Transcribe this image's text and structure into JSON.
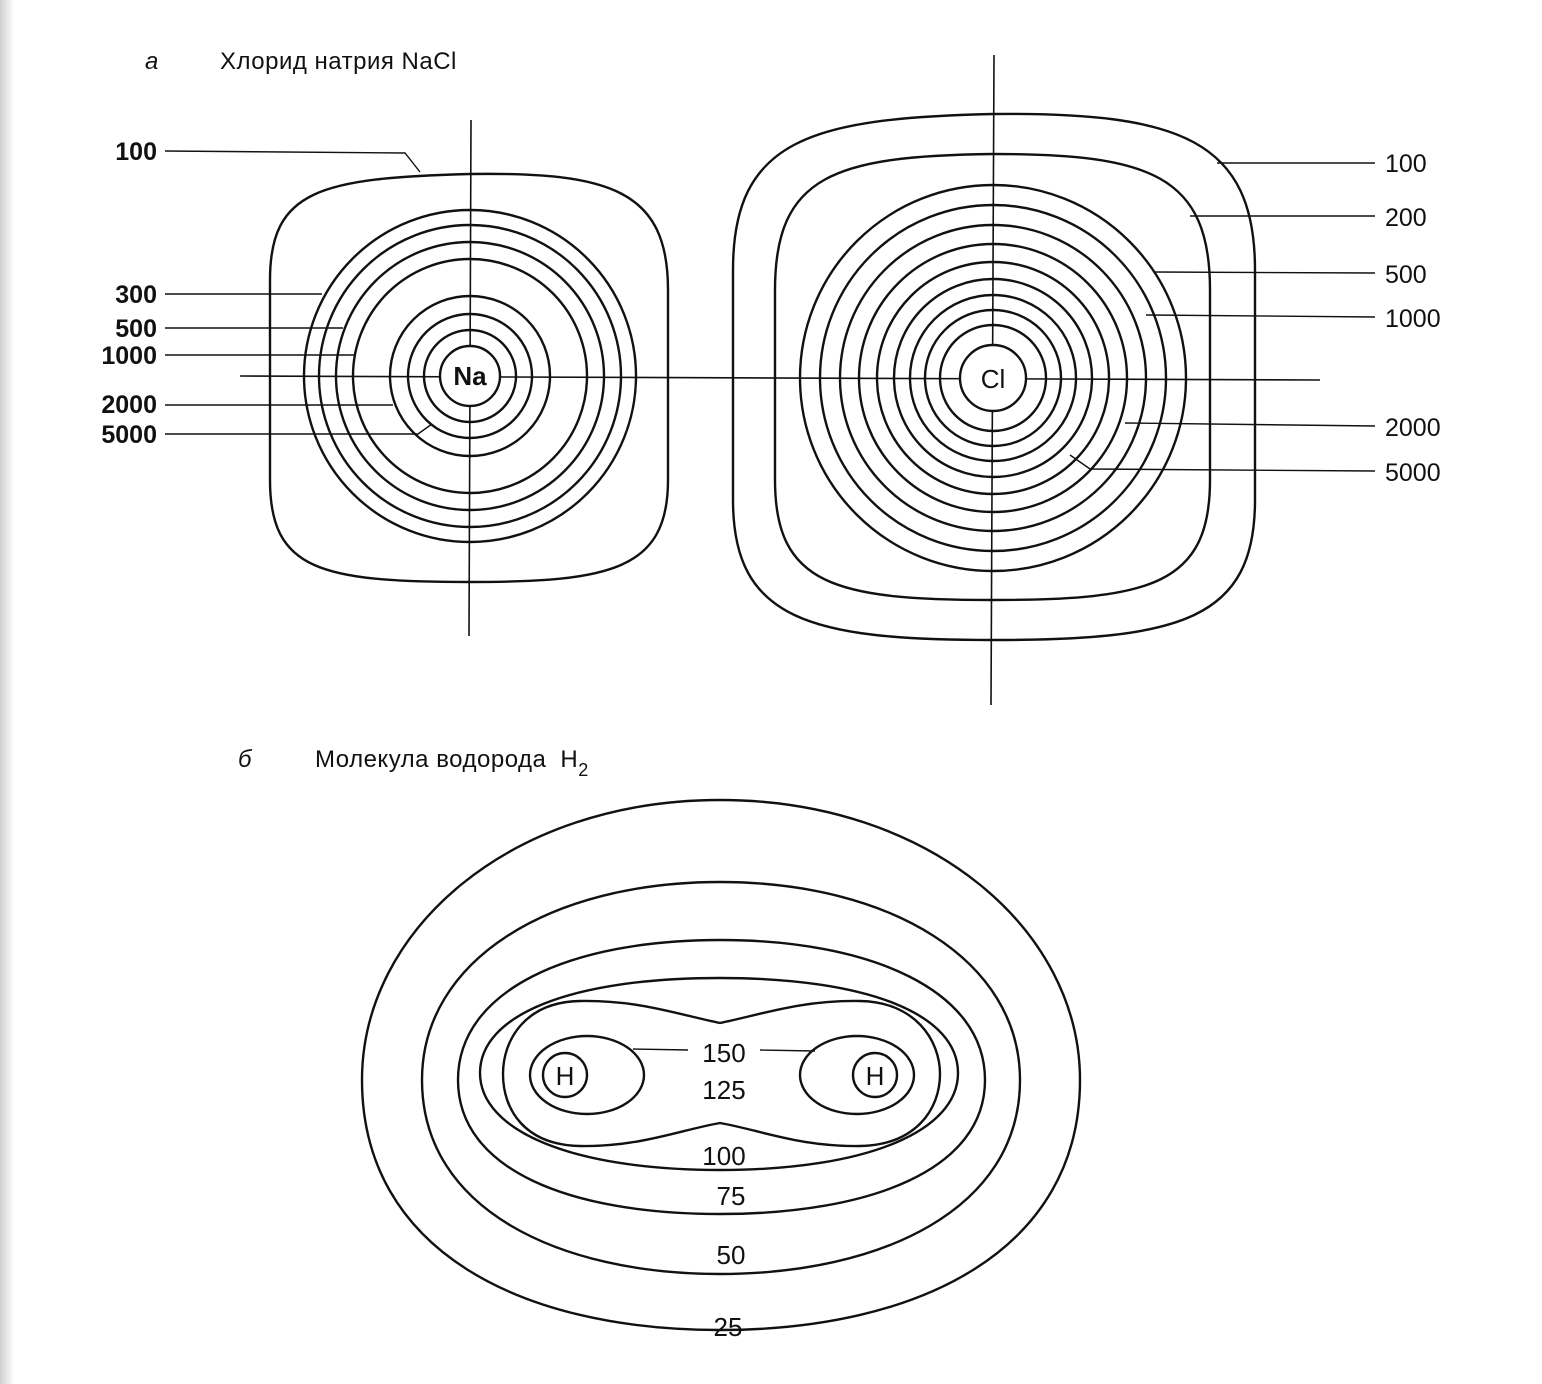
{
  "panel_a": {
    "letter": "а",
    "title": "Хлорид натрия  NaCl",
    "atoms": {
      "na": "Na",
      "cl": "Cl"
    },
    "na_levels": [
      "100",
      "300",
      "500",
      "1000",
      "2000",
      "5000"
    ],
    "cl_levels": [
      "100",
      "200",
      "500",
      "1000",
      "2000",
      "5000"
    ]
  },
  "panel_b": {
    "letter": "б",
    "title": "Молекула водорода",
    "formula": "H",
    "subscript": "2",
    "atoms": {
      "left": "H",
      "right": "H"
    },
    "levels": [
      "150",
      "125",
      "100",
      "75",
      "50",
      "25"
    ]
  }
}
